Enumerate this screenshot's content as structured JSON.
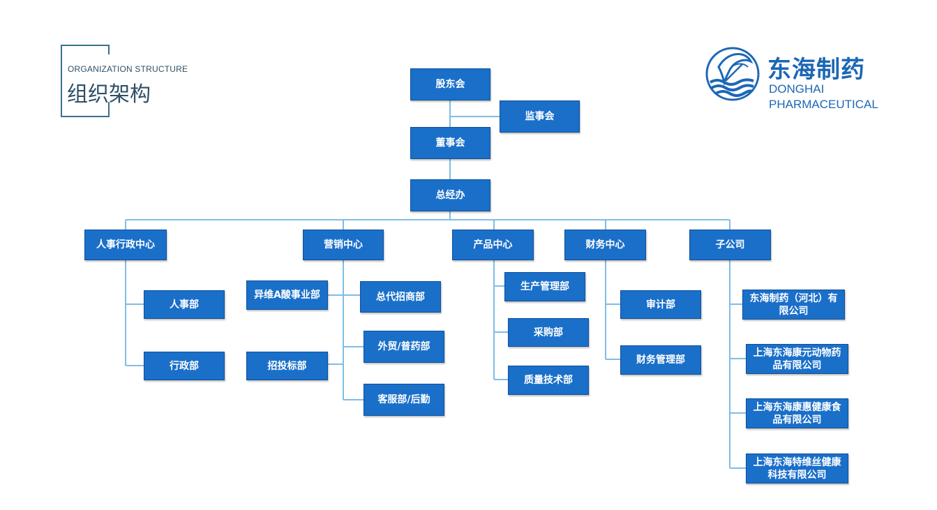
{
  "header": {
    "title_en": "ORGANIZATION STRUCTURE",
    "title_cn": "组织架构"
  },
  "logo": {
    "name_cn": "东海制药",
    "name_en_line1": "DONGHAI",
    "name_en_line2": "PHARMACEUTICAL",
    "icon": "donghai-wave-leaf-logo"
  },
  "colors": {
    "node_fill": "#1a6fc9",
    "node_border": "#0f4f99",
    "connector": "#7fbde6",
    "title_text": "#2f4f66",
    "brand": "#1c67b5"
  },
  "org": {
    "top": {
      "shareholders": "股东会",
      "supervisors": "监事会",
      "board": "董事会",
      "gm_office": "总经办"
    },
    "centers": {
      "hr_admin": {
        "label": "人事行政中心",
        "children": [
          "人事部",
          "行政部"
        ]
      },
      "marketing": {
        "label": "营销中心",
        "left_children": [
          "异维A酸事业部",
          "招投标部"
        ],
        "right_children": [
          "总代招商部",
          "外贸/普药部",
          "客服部/后勤"
        ]
      },
      "product": {
        "label": "产品中心",
        "children": [
          "生产管理部",
          "采购部",
          "质量技术部"
        ]
      },
      "finance": {
        "label": "财务中心",
        "children": [
          "审计部",
          "财务管理部"
        ]
      },
      "subsidiaries": {
        "label": "子公司",
        "children": [
          "东海制药（河北）有限公司",
          "上海东海康元动物药品有限公司",
          "上海东海康惠健康食品有限公司",
          "上海东海特维丝健康科技有限公司"
        ]
      }
    }
  }
}
